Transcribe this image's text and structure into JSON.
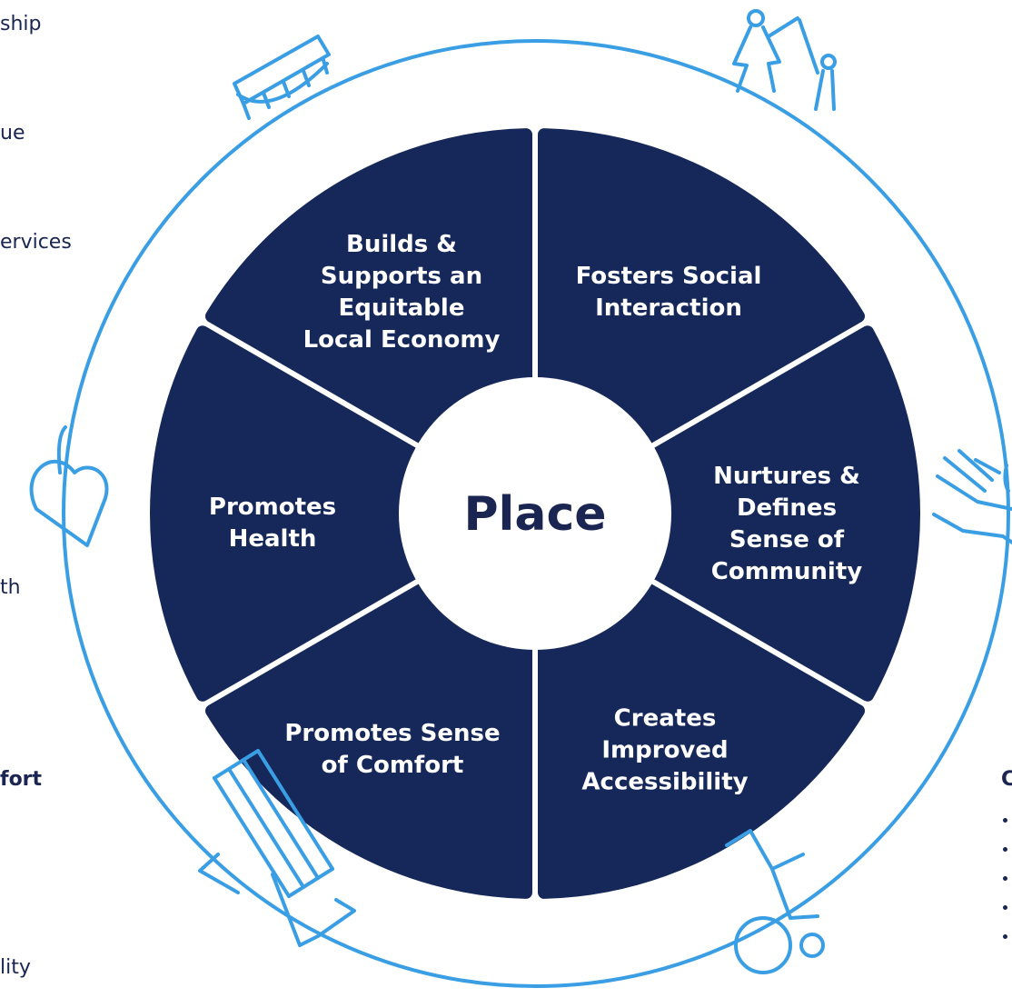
{
  "center": {
    "label": "Place"
  },
  "segments": [
    {
      "id": "economy",
      "lines": [
        "Builds &",
        "Supports an",
        "Equitable",
        "Local Economy"
      ]
    },
    {
      "id": "social",
      "lines": [
        "Fosters Social",
        "Interaction"
      ]
    },
    {
      "id": "community",
      "lines": [
        "Nurtures &",
        "Defines",
        "Sense of",
        "Community"
      ]
    },
    {
      "id": "accessibility",
      "lines": [
        "Creates",
        "Improved",
        "Accessibility"
      ]
    },
    {
      "id": "comfort",
      "lines": [
        "Promotes Sense",
        "of Comfort"
      ]
    },
    {
      "id": "health",
      "lines": [
        "Promotes",
        "Health"
      ]
    }
  ],
  "left_edge_text": [
    {
      "text": "ship",
      "bold": false
    },
    {
      "text": "ue",
      "bold": false
    },
    {
      "text": "ervices",
      "bold": false
    },
    {
      "text": "th",
      "bold": false
    },
    {
      "text": "fort",
      "bold": true
    },
    {
      "text": "lity",
      "bold": false
    }
  ],
  "right_edge": {
    "heading": "C",
    "bullet_count": 5
  },
  "icons": [
    "awning-storefront-icon",
    "family-icon",
    "heart-icon",
    "waving-hand-icon",
    "bench-icon",
    "wheelchair-icon"
  ],
  "colors": {
    "segment_fill": "#16285a",
    "ring_stroke": "#3a9ee4",
    "center_text": "#1a2552",
    "background": "#ffffff"
  }
}
